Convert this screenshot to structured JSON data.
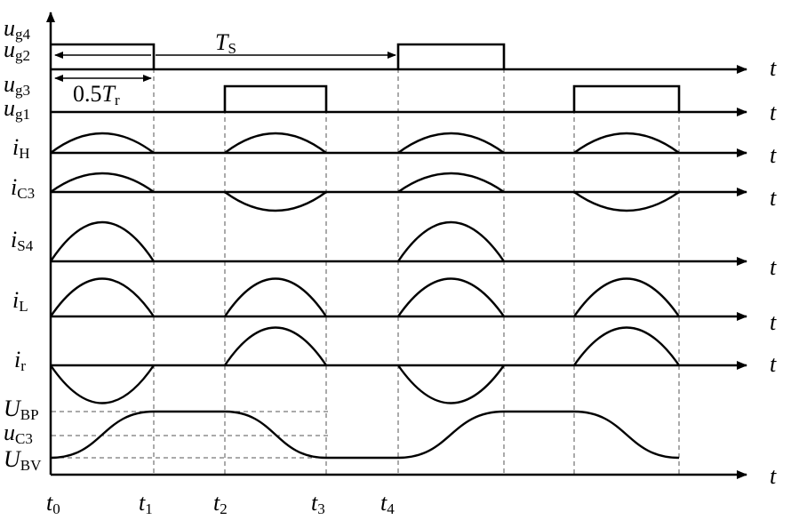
{
  "labels": {
    "ug4": [
      "u",
      "g4"
    ],
    "ug2": [
      "u",
      "g2"
    ],
    "ug3": [
      "u",
      "g3"
    ],
    "ug1": [
      "u",
      "g1"
    ],
    "iH": [
      "i",
      "H"
    ],
    "iC3": [
      "i",
      "C3"
    ],
    "iS4": [
      "i",
      "S4"
    ],
    "iL": [
      "i",
      "L"
    ],
    "ir": [
      "i",
      "r"
    ],
    "UBP": [
      "U",
      "BP"
    ],
    "uC3": [
      "u",
      "C3"
    ],
    "UBV": [
      "U",
      "BV"
    ]
  },
  "axis_label": "t",
  "period": {
    "sym": "T",
    "sub": "S"
  },
  "half_resonant": {
    "pre": "0.5",
    "sym": "T",
    "sub": "r"
  },
  "time_marks": [
    {
      "sym": "t",
      "sub": "0"
    },
    {
      "sym": "t",
      "sub": "1"
    },
    {
      "sym": "t",
      "sub": "2"
    },
    {
      "sym": "t",
      "sub": "3"
    },
    {
      "sym": "t",
      "sub": "4"
    }
  ]
}
